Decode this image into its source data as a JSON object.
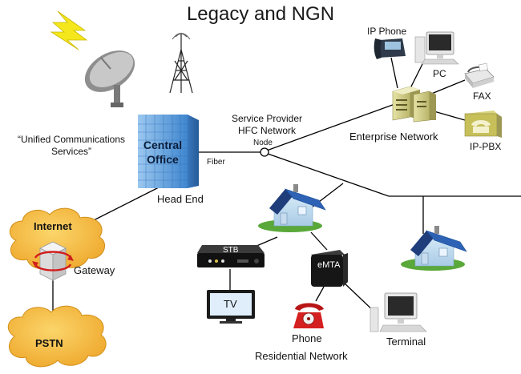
{
  "title": "Legacy and NGN",
  "labels": {
    "central_office": "Central\nOffice",
    "head_end": "Head End",
    "fiber": "Fiber",
    "node": "Node",
    "hfc_network": "Service Provider\nHFC Network",
    "enterprise_network": "Enterprise Network",
    "ip_phone": "IP Phone",
    "pc": "PC",
    "fax": "FAX",
    "ip_pbx": "IP-PBX",
    "unified_comms": "“Unified Communications\nServices”",
    "internet": "Internet",
    "gateway": "Gateway",
    "pstn": "PSTN",
    "stb": "STB",
    "tv": "TV",
    "emta": "eMTA",
    "phone": "Phone",
    "terminal": "Terminal",
    "residential_network": "Residential Network"
  },
  "icons": {
    "satellite": "satellite-dish-icon",
    "tower": "radio-tower-icon",
    "lightning": "lightning-icon",
    "building": "office-building-icon",
    "house": "house-icon",
    "cloud": "cloud-icon",
    "gateway": "gateway-box-icon",
    "set_top_box": "set-top-box-icon",
    "tv": "television-icon",
    "modem": "emta-modem-icon",
    "phone": "rotary-phone-icon",
    "computer": "desktop-computer-icon",
    "fax": "fax-machine-icon",
    "ip_phone": "ip-phone-icon",
    "server": "server-icon",
    "pbx": "pbx-icon"
  },
  "colors": {
    "line": "#000000",
    "building": "#4a8fd1",
    "cloud": "#f2b33a",
    "house_roof": "#2d62b5",
    "grass": "#4c9a32"
  }
}
